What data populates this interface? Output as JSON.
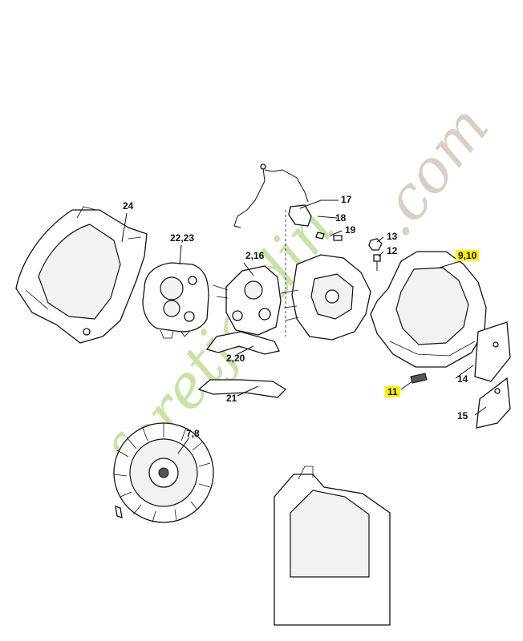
{
  "watermark": {
    "green_text": "foretjardin",
    "grey_text": ".com"
  },
  "callouts": [
    {
      "id": "24",
      "text": "24",
      "highlighted": false
    },
    {
      "id": "22_23",
      "text": "22,23",
      "highlighted": false
    },
    {
      "id": "2_16",
      "text": "2,16",
      "highlighted": false
    },
    {
      "id": "17",
      "text": "17",
      "highlighted": false
    },
    {
      "id": "18",
      "text": "18",
      "highlighted": false
    },
    {
      "id": "19",
      "text": "19",
      "highlighted": false
    },
    {
      "id": "13",
      "text": "13",
      "highlighted": false
    },
    {
      "id": "12",
      "text": "12",
      "highlighted": false
    },
    {
      "id": "9_10",
      "text": "9,10",
      "highlighted": true
    },
    {
      "id": "2_20",
      "text": "2,20",
      "highlighted": false
    },
    {
      "id": "21",
      "text": "21",
      "highlighted": false
    },
    {
      "id": "11",
      "text": "11",
      "highlighted": true
    },
    {
      "id": "14",
      "text": "14",
      "highlighted": false
    },
    {
      "id": "15",
      "text": "15",
      "highlighted": false
    },
    {
      "id": "7_8",
      "text": "7,8",
      "highlighted": false
    }
  ],
  "colors": {
    "highlight": "#fff200",
    "watermark_green": "#c7e3a6",
    "watermark_grey": "#d9d0c5",
    "line": "#111111"
  }
}
